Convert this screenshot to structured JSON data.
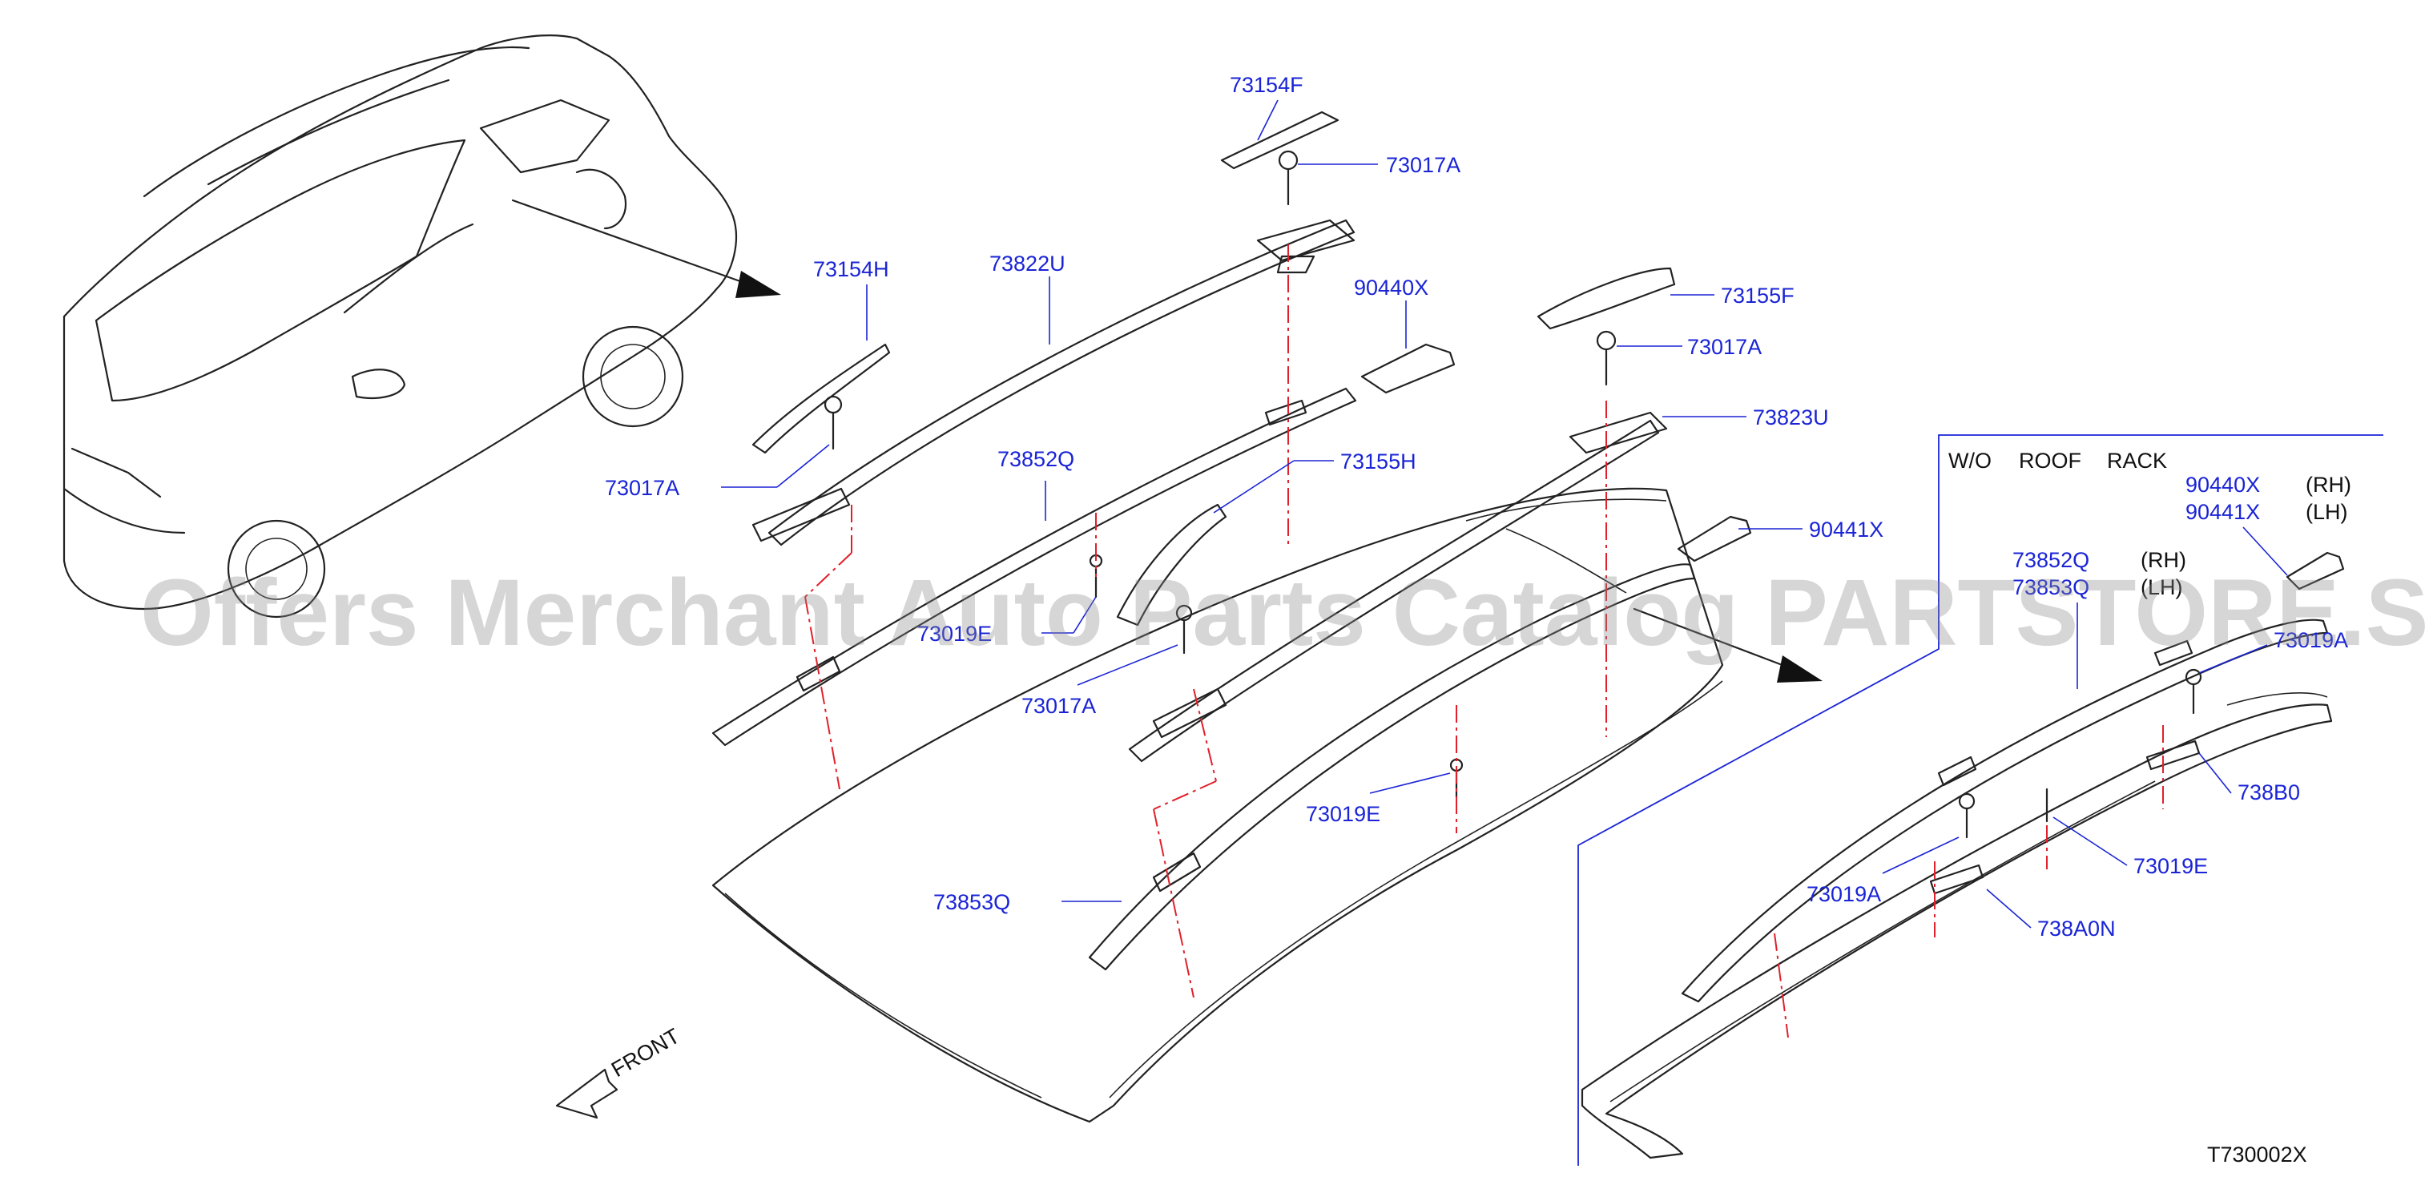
{
  "callouts": [
    {
      "id": "73154F",
      "text": "73154F"
    },
    {
      "id": "73017A-top",
      "text": "73017A"
    },
    {
      "id": "73154H",
      "text": "73154H"
    },
    {
      "id": "73822U",
      "text": "73822U"
    },
    {
      "id": "90440X",
      "text": "90440X"
    },
    {
      "id": "73155F",
      "text": "73155F"
    },
    {
      "id": "73017A-right",
      "text": "73017A"
    },
    {
      "id": "73823U",
      "text": "73823U"
    },
    {
      "id": "73852Q",
      "text": "73852Q"
    },
    {
      "id": "73155H",
      "text": "73155H"
    },
    {
      "id": "90441X",
      "text": "90441X"
    },
    {
      "id": "73017A-left",
      "text": "73017A"
    },
    {
      "id": "73019E-partial",
      "text": "73019E"
    },
    {
      "id": "73017A-lower",
      "text": "73017A"
    },
    {
      "id": "73019E-mid",
      "text": "73019E"
    },
    {
      "id": "73853Q",
      "text": "73853Q"
    }
  ],
  "inset": {
    "title_words": [
      "W/O",
      "ROOF",
      "RACK"
    ],
    "callouts": [
      {
        "id": "inset-90440X",
        "text": "90440X",
        "side": "(RH)"
      },
      {
        "id": "inset-90441X",
        "text": "90441X",
        "side": "(LH)"
      },
      {
        "id": "inset-73852Q",
        "text": "73852Q",
        "side": "(RH)"
      },
      {
        "id": "inset-73853Q",
        "text": "73853Q",
        "side": "(LH)"
      },
      {
        "id": "inset-73019A-top",
        "text": "73019A"
      },
      {
        "id": "inset-738B0",
        "text": "738B0"
      },
      {
        "id": "inset-73019E",
        "text": "73019E"
      },
      {
        "id": "inset-73019A-bottom",
        "text": "73019A"
      },
      {
        "id": "inset-738A0N",
        "text": "738A0N"
      }
    ]
  },
  "front_label": "FRONT",
  "diagram_code": "T730002X",
  "watermark": "Offers Merchant Auto Parts Catalog PARTSTORE.SA",
  "colors": {
    "callout_text": "#1a24d6",
    "centerline": "#e0202a",
    "linework": "#222222",
    "watermark": "#8a8a8a"
  }
}
